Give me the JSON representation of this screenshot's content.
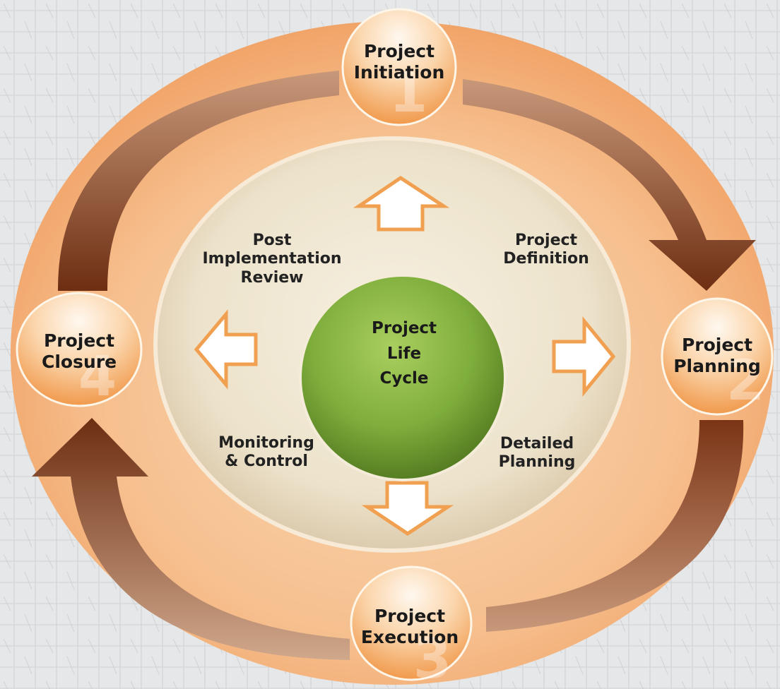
{
  "center": {
    "lines": [
      "Project",
      "Life",
      "Cycle"
    ]
  },
  "stages": [
    {
      "lines": [
        "Project",
        "Initiation"
      ],
      "digit": "1"
    },
    {
      "lines": [
        "Project",
        "Planning"
      ],
      "digit": "2"
    },
    {
      "lines": [
        "Project",
        "Execution"
      ],
      "digit": "3"
    },
    {
      "lines": [
        "Project",
        "Closure"
      ],
      "digit": "4"
    }
  ],
  "sub_steps": {
    "top_left": [
      "Post",
      "Implementation",
      "Review"
    ],
    "top_right": [
      "Project",
      "Definition"
    ],
    "bottom_left": [
      "Monitoring",
      "& Control"
    ],
    "bottom_right": [
      "Detailed",
      "Planning"
    ]
  },
  "colors": {
    "outer_ring": "#f6bf8e",
    "inner_disc": "#ede3cc",
    "center_circle": "#7fae3c",
    "arrow": "#7b3a1a",
    "hollow_arrow_stroke": "#f0a050",
    "node_bubble": "#f3a565"
  }
}
